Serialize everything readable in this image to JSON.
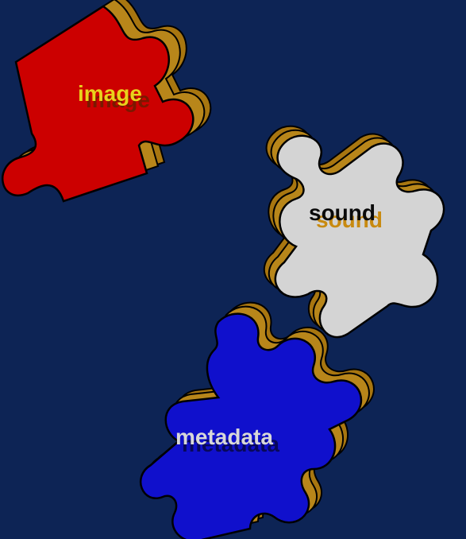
{
  "background_color": "#0d2455",
  "pieces": [
    {
      "label": "image",
      "fill": "#cc0000",
      "text_color": "#e8d21c",
      "shadow_color": "#7a1800"
    },
    {
      "label": "sound",
      "fill": "#d4d4d4",
      "text_color": "#0a0a0a",
      "shadow_color": "#c88a10"
    },
    {
      "label": "metadata",
      "fill": "#1010cc",
      "text_color": "#d8d8d8",
      "shadow_color": "#08085a"
    }
  ],
  "side_color": "#a87610"
}
